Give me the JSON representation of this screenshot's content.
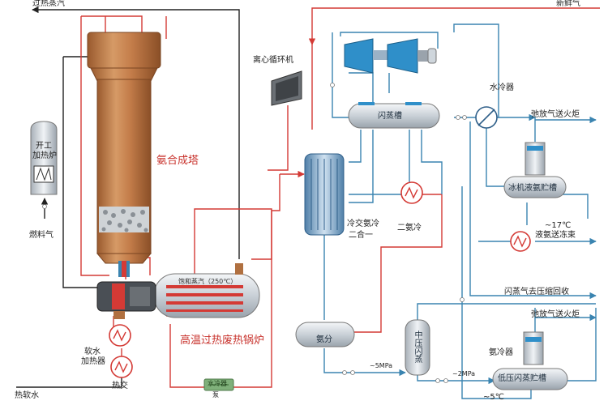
{
  "labels": {
    "top_steam": "过热蒸汽",
    "top_right": "新鲜气",
    "centrifugal_compressor": "离心循环机",
    "water_cooler": "水冷器",
    "flash_tank": "闪蒸槽",
    "vent_to_torch_1": "弛放气送火炬",
    "ammonia_synthesis_tower": "氨合成塔",
    "startup_heater_line1": "开工",
    "startup_heater_line2": "加热炉",
    "fuel_gas": "燃料气",
    "cold_exchanger": "冷交氨冷",
    "two_in_one": "二合一",
    "secondary_cooler": "二氨冷",
    "ice_machine_tank": "冰机液氨贮槽",
    "minus17": "~17℃",
    "liquid_ammonia_to_freezer": "液氨送冻束",
    "saturated_steam": "饱和蒸汽（250℃）",
    "waste_heat_boiler": "高温过热废热锅炉",
    "flash_gas_recovery": "闪蒸气去压缩回收",
    "vent_to_torch_2": "弛放气送火炬",
    "ammonia_separator": "氨分",
    "medium_pressure_flash": "中压闪蒸",
    "ammonia_cooler": "氨冷器",
    "five_mpa": "~5MPa",
    "two_mpa": "~2MPa",
    "low_pressure_tank": "低压闪蒸贮槽",
    "minus5": "~5℃",
    "soft_water_heater_line1": "软水",
    "soft_water_heater_line2": "加热器",
    "heat_exchanger": "热交",
    "hot_soft_water": "热软水",
    "water_cooler_bottom": "水冷器",
    "pump_sub": "泵"
  },
  "colors": {
    "hot_line": "#d43a35",
    "cold_line": "#3a84b0",
    "black_line": "#222222",
    "copper": "#bd7a47"
  }
}
